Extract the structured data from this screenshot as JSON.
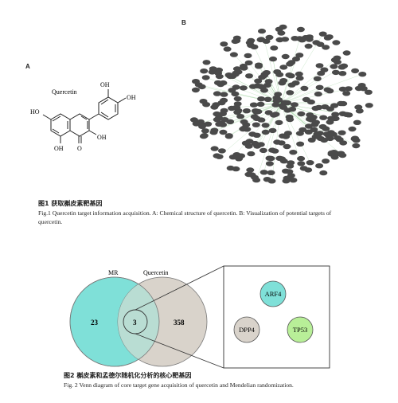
{
  "figure1": {
    "panel_a_label": "A",
    "panel_b_label": "B",
    "molecule": {
      "name": "Quercetin",
      "groups": [
        "OH",
        "OH",
        "HO",
        "OH",
        "OH",
        "O"
      ]
    },
    "caption_cn": "图1  获取槲皮素靶基因",
    "caption_en_line1": "Fig.1  Quercetin target information acquisition. A: Chemical structure of quercetin. B: Visualization of potential targets of",
    "caption_en_line2": "quercetin.",
    "network": {
      "node_color": "#4a4a4a",
      "edge_color": "#9fd49f"
    }
  },
  "figure2": {
    "venn": {
      "set_a_label": "MR",
      "set_b_label": "Quercetin",
      "a_only": "23",
      "intersection": "3",
      "b_only": "358",
      "color_a": "#7fe0d8",
      "color_b": "#d9d3cb"
    },
    "genes": [
      {
        "name": "ARF4",
        "color": "#7fe0d8"
      },
      {
        "name": "DPP4",
        "color": "#d9d3cb"
      },
      {
        "name": "TP53",
        "color": "#b8ef98"
      }
    ],
    "caption_cn": "图2  槲皮素和孟德尔随机化分析的核心靶基因",
    "caption_en": "Fig. 2  Venn diagram of core target gene acquisition of quercetin and Mendelian randomization."
  }
}
